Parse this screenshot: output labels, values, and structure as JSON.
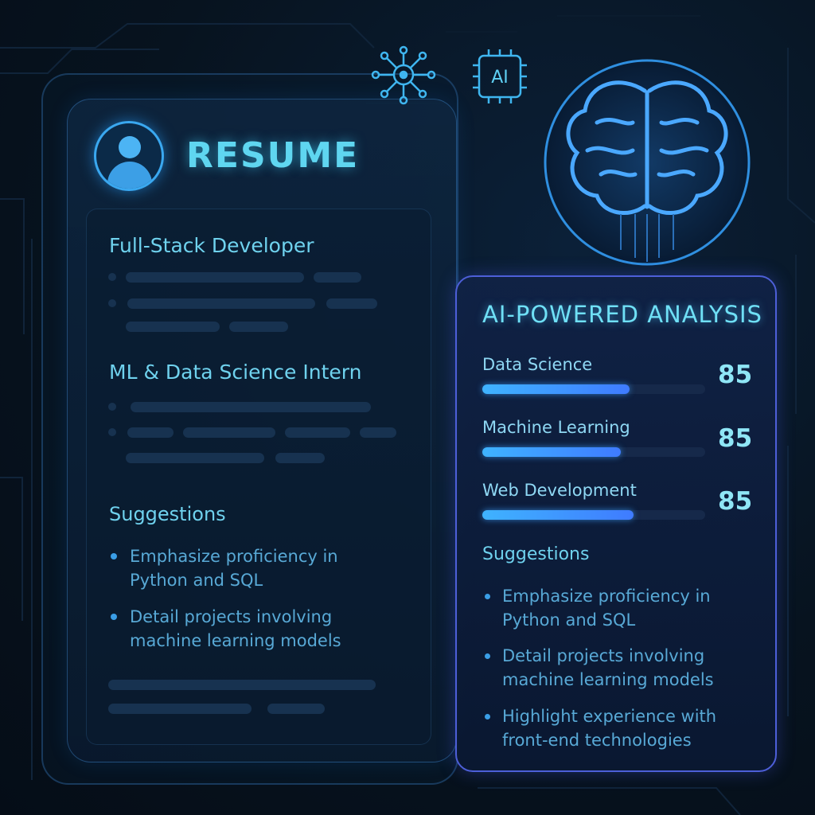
{
  "resume": {
    "title": "RESUME",
    "jobs": [
      "Full-Stack Developer",
      "ML & Data Science Intern"
    ],
    "suggestions_title": "Suggestions",
    "suggestions": [
      "Emphasize proficiency in\nPython and SQL",
      "Detail projects involving\nmachine learning models"
    ]
  },
  "analysis": {
    "title": "AI-POWERED ANALYSIS",
    "skills": [
      {
        "label": "Data Science",
        "score": "85",
        "level": 0.66
      },
      {
        "label": "Machine Learning",
        "score": "85",
        "level": 0.62
      },
      {
        "label": "Web Development",
        "score": "85",
        "level": 0.68
      }
    ],
    "suggestions_title": "Suggestions",
    "suggestions": [
      "Emphasize proficiency in\nPython and SQL",
      "Detail projects involving\nmachine learning models",
      "Highlight experience with\nfront-end technologies"
    ]
  },
  "icons": {
    "network": "network-icon",
    "ai_chip": "ai-chip-icon",
    "ai_chip_label": "AI",
    "brain": "brain-icon"
  },
  "colors": {
    "accent": "#5fd6f0",
    "analysis_border": "#4d5fd8",
    "bar_fill": "#3fb3ff"
  }
}
